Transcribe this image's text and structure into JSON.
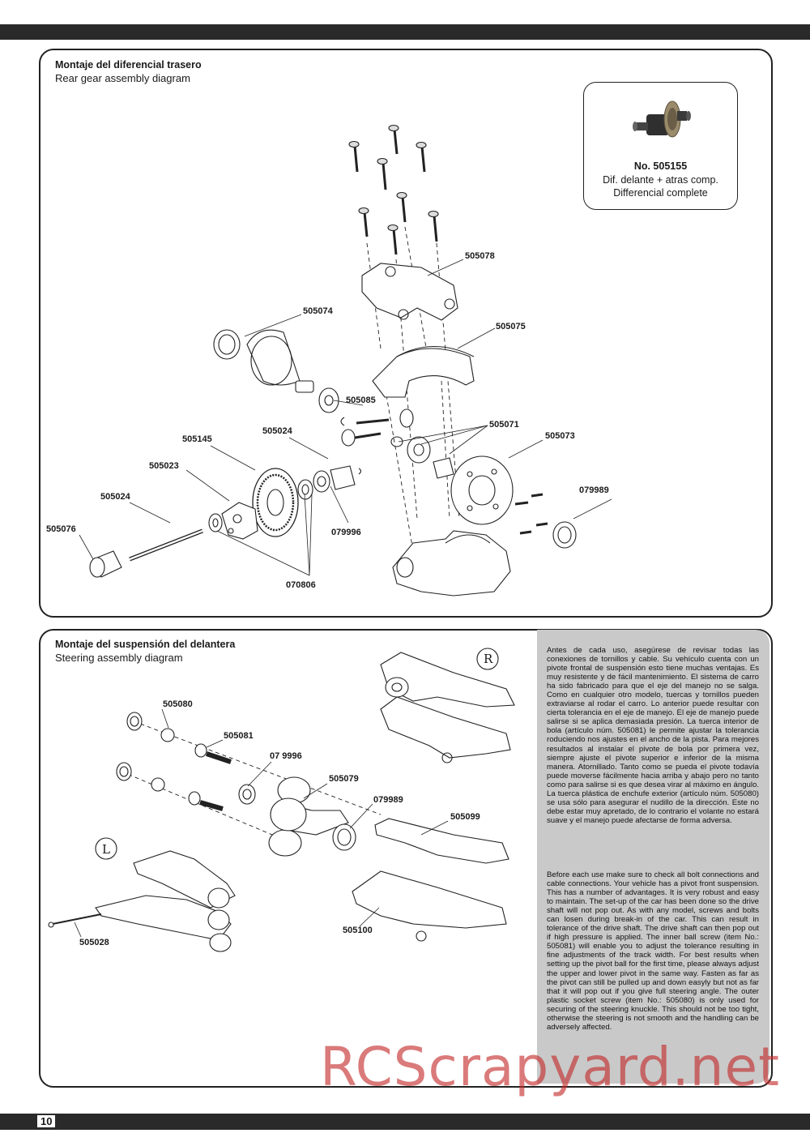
{
  "page_number": "10",
  "rear_section": {
    "title": "Montaje del diferencial trasero",
    "subtitle": "Rear gear assembly diagram",
    "info_box": {
      "part_no": "No. 505155",
      "line1": "Dif. delante + atras comp.",
      "line2": "Differencial complete"
    },
    "labels": [
      "505078",
      "505074",
      "505075",
      "505085",
      "505071",
      "505073",
      "505024",
      "505145",
      "505023",
      "505024",
      "505076",
      "079989",
      "079996",
      "070806"
    ]
  },
  "steering_section": {
    "title": "Montaje del suspensión del delantera",
    "subtitle": "Steering assembly diagram",
    "side_marks": {
      "right": "R",
      "left": "L"
    },
    "labels": [
      "505080",
      "505081",
      "07 9996",
      "505079",
      "079989",
      "505099",
      "505028",
      "505100"
    ]
  },
  "text_es": "Antes de cada uso, asegúrese de revisar todas las conexiones de tornillos y cable. Su vehículo cuenta con un pivote frontal de suspensión esto tiene muchas ventajas. Es muy resistente y de fácil mantenimiento. El sistema de carro ha sido fabricado para que el eje del manejo no se salga. Como en cualquier otro modelo, tuercas y tornillos pueden extraviarse al rodar el carro. Lo anterior puede resultar con cierta tolerancia en el eje de manejo. El eje de manejo puede salirse si se aplica demasiada presión. La tuerca interior de bola (artículo núm. 505081) le permite ajustar la tolerancia roduciendo nos ajustes en el ancho de la pista. Para mejores resultados al instalar el pivote de bola por primera vez, siempre ajuste el pivote superior e inferior de la misma manera. Atornillado. Tanto como se pueda el pivote todavía puede moverse fácilmente hacia arriba y abajo pero no tanto como para salirse si es que desea virar al máximo en ángulo. La tuerca plástica de enchufe exterior (artículo núm. 505080) se usa sólo para asegurar el nudillo de la dirección. Este no debe estar muy apretado, de lo contrario el volante no estará suave y el manejo puede afectarse de forma adversa.",
  "text_en": "Before each use make sure to check all bolt connections and cable connections. Your vehicle has a pivot front suspension. This has a number of advantages. It is very robust and easy to maintain. The set-up of the car has been done so the drive shaft will not pop out. As with any model, screws and bolts can losen during break-in of the car. This can result in tolerance of the drive shaft. The drive shaft can then pop out if high pressure is applied. The inner ball screw (item No.: 505081) will enable you to adjust the tolerance resulting in fine adjustments of the track width. For best results when setting up the pivot ball for the first time, please always adjust the upper and lower pivot in the same way. Fasten as far as the pivot can still be pulled up and down easyly but not as far that it will pop out if you give full steering angle. The outer plastic socket screw (item No.: 505080) is only used for securing of the steering knuckle. This should not be too tight, otherwise the steering is not smooth and the handling can be adversely affected.",
  "watermark": "RCScrapyard.net"
}
